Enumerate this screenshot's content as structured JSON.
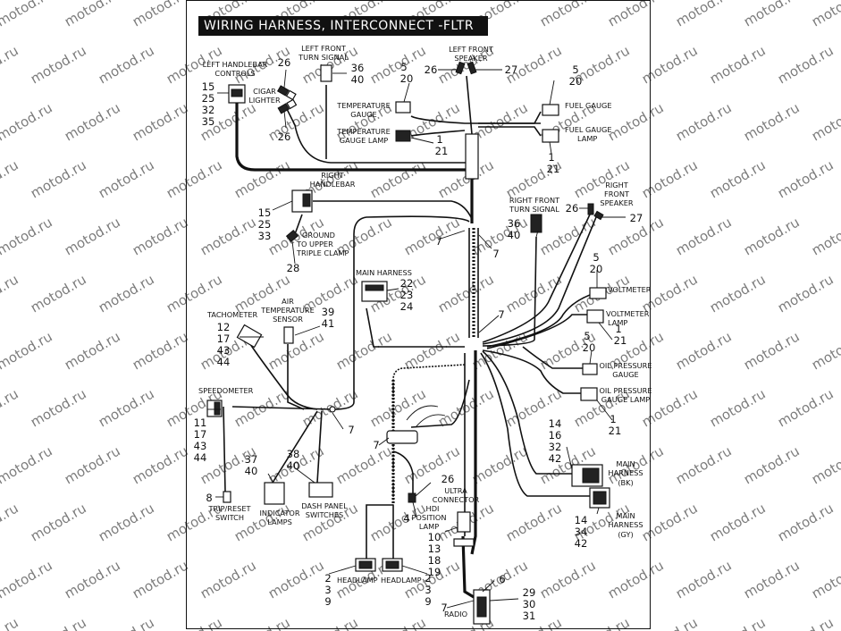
{
  "title": "WIRING HARNESS, INTERCONNECT -FLTR",
  "watermark": "motod.ru",
  "colors": {
    "line": "#111111",
    "title_bg": "#111111",
    "title_fg": "#ffffff",
    "watermark": "#c8c8c8"
  },
  "labels": {
    "left_handlebar_controls": [
      "LEFT HANDLEBAR",
      "CONTROLS"
    ],
    "left_front_turn_signal": [
      "LEFT FRONT",
      "TURN SIGNAL"
    ],
    "left_front_speaker": [
      "LEFT FRONT",
      "SPEAKER"
    ],
    "cigar_lighter": [
      "CIGAR",
      "LIGHTER"
    ],
    "temperature_gauge": [
      "TEMPERATURE",
      "GAUGE"
    ],
    "temperature_gauge_lamp": [
      "TEMPERATURE",
      "GAUGE LAMP"
    ],
    "fuel_gauge": [
      "FUEL GAUGE"
    ],
    "fuel_gauge_lamp": [
      "FUEL GAUGE",
      "LAMP"
    ],
    "right_handlebar": [
      "RIGHT",
      "HANDLEBAR"
    ],
    "ground": [
      "GROUND",
      "TO UPPER",
      "TRIPLE CLAMP"
    ],
    "right_front_turn_signal": [
      "RIGHT FRONT",
      "TURN SIGNAL"
    ],
    "right_front_speaker": [
      "RIGHT",
      "FRONT",
      "SPEAKER"
    ],
    "main_harness": [
      "MAIN HARNESS"
    ],
    "voltmeter": [
      "VOLTMETER"
    ],
    "voltmeter_lamp": [
      "VOLTMETER",
      "LAMP"
    ],
    "oil_pressure_gauge": [
      "OIL PRESSURE",
      "GAUGE"
    ],
    "oil_pressure_gauge_lamp": [
      "OIL PRESSURE",
      "GAUGE LAMP"
    ],
    "tachometer": [
      "TACHOMETER"
    ],
    "air_temperature_sensor": [
      "AIR",
      "TEMPERATURE",
      "SENSOR"
    ],
    "speedometer": [
      "SPEEDOMETER"
    ],
    "main_harness_bk": [
      "MAIN",
      "HARNESS",
      "(BK)"
    ],
    "main_harness_gy": [
      "MAIN",
      "HARNESS",
      "(GY)"
    ],
    "ultra_connector": [
      "ULTRA",
      "CONNECTOR"
    ],
    "hdi_position_lamp": [
      "HDI",
      "POSITION",
      "LAMP"
    ],
    "trip_reset_switch": [
      "TRIP/RESET",
      "SWITCH"
    ],
    "indicator_lamps": [
      "INDICATOR",
      "LAMPS"
    ],
    "dash_panel_switches": [
      "DASH PANEL",
      "SWITCHES"
    ],
    "headlamp_left": [
      "HEADLAMP"
    ],
    "headlamp_right": [
      "HEADLAMP"
    ],
    "radio": [
      "RADIO"
    ]
  },
  "numbers": {
    "lhc": [
      "15",
      "25",
      "32",
      "35"
    ],
    "lighter_top": [
      "26"
    ],
    "lighter_bottom": [
      "26"
    ],
    "lfts": [
      "36",
      "40"
    ],
    "lfs_left": [
      "26"
    ],
    "lfs_right": [
      "27"
    ],
    "temp_gauge": [
      "5",
      "20"
    ],
    "temp_lamp": [
      "1",
      "21"
    ],
    "fuel_gauge": [
      "5",
      "20"
    ],
    "fuel_lamp": [
      "1",
      "21"
    ],
    "right_handlebar": [
      "15",
      "25",
      "33"
    ],
    "ground": [
      "28"
    ],
    "callout_7a": [
      "7"
    ],
    "callout_7b": [
      "7"
    ],
    "callout_7c": [
      "7"
    ],
    "callout_7d": [
      "7"
    ],
    "callout_7e": [
      "7"
    ],
    "callout_7f": [
      "7"
    ],
    "rfts": [
      "36",
      "40"
    ],
    "rfs_left": [
      "26"
    ],
    "rfs_right": [
      "27"
    ],
    "main_harness": [
      "22",
      "23",
      "24"
    ],
    "voltmeter": [
      "5",
      "20"
    ],
    "voltmeter_lamp": [
      "1",
      "21"
    ],
    "oil_gauge": [
      "5",
      "20"
    ],
    "oil_lamp": [
      "1",
      "21"
    ],
    "tachometer": [
      "12",
      "17",
      "43",
      "44"
    ],
    "air_temp": [
      "39",
      "41"
    ],
    "speedometer": [
      "11",
      "17",
      "43",
      "44"
    ],
    "indicator": [
      "37",
      "40"
    ],
    "dash_switch": [
      "38",
      "40"
    ],
    "trip_reset": [
      "8"
    ],
    "main_bk": [
      "14",
      "16",
      "32",
      "42"
    ],
    "main_gy": [
      "14",
      "34",
      "42"
    ],
    "hdi_top": [
      "26"
    ],
    "hdi_side": [
      "4"
    ],
    "ultra": [
      "10",
      "13",
      "18",
      "19"
    ],
    "headlamp_left": [
      "2",
      "3",
      "9"
    ],
    "headlamp_right": [
      "2",
      "3",
      "9"
    ],
    "radio_6": [
      "6"
    ],
    "radio_nums": [
      "29",
      "30",
      "31"
    ]
  }
}
